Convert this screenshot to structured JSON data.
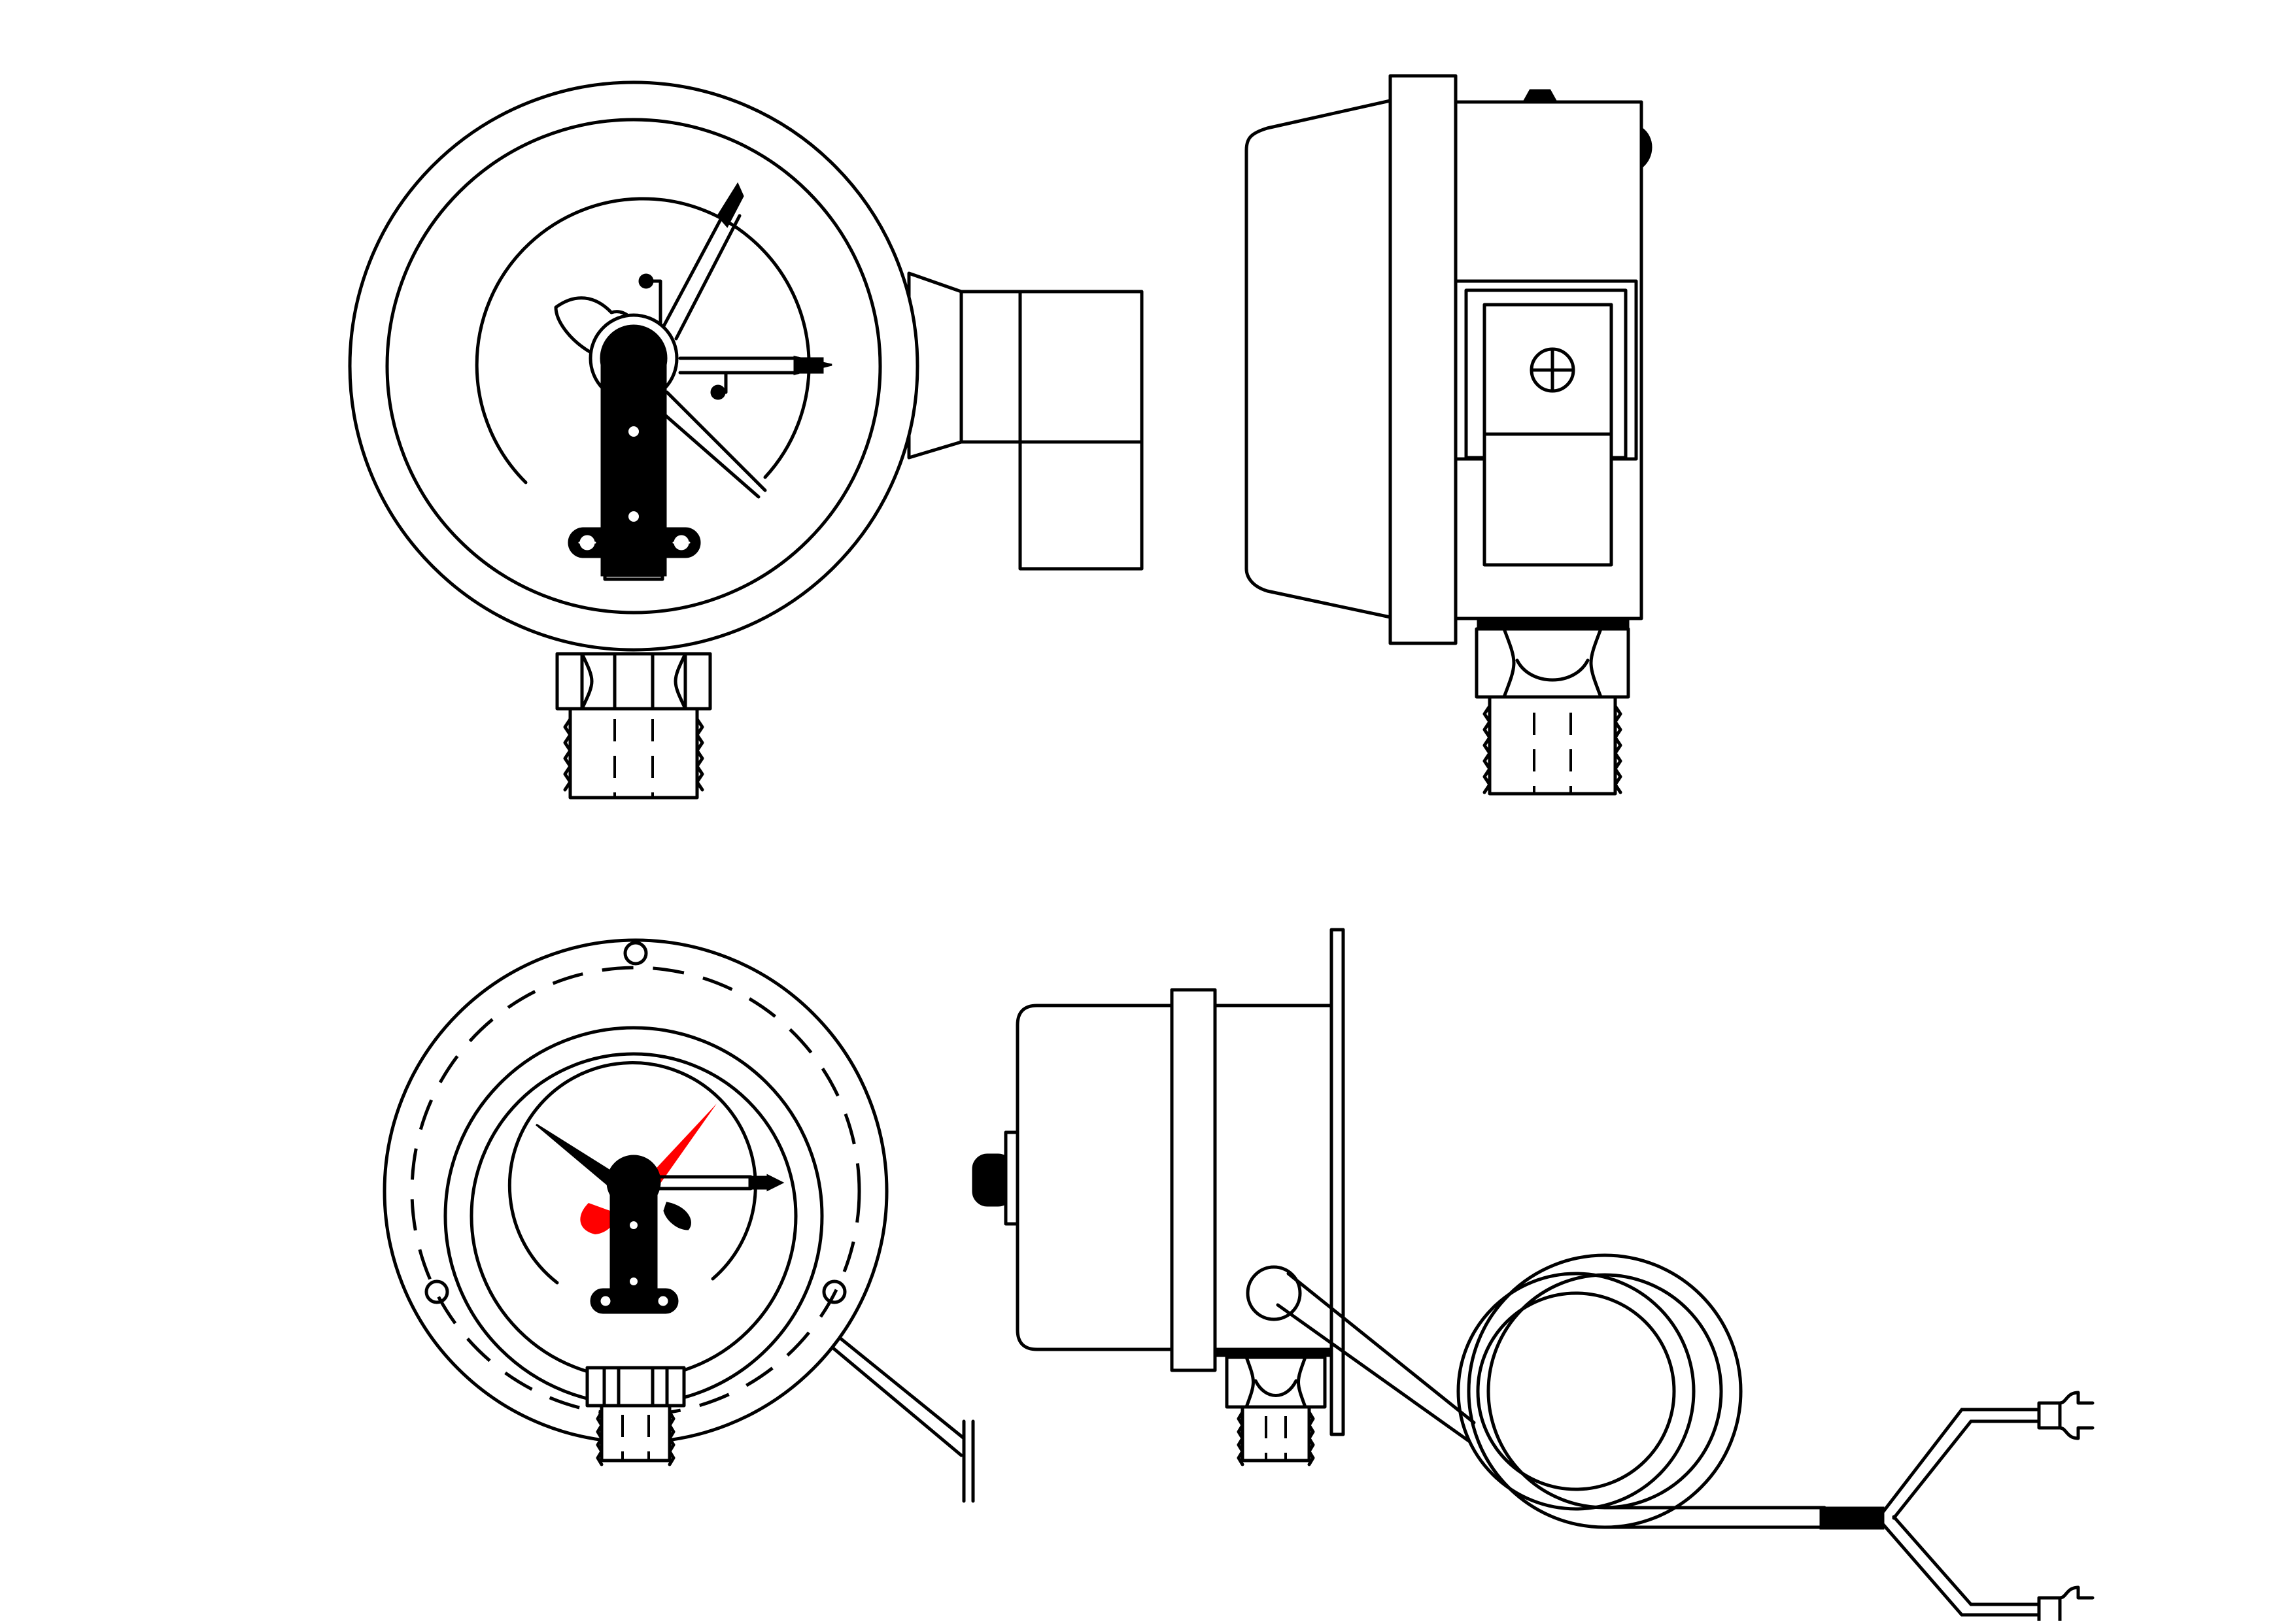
{
  "drawing": {
    "colors": {
      "line": "#000000",
      "background": "#ffffff",
      "accent": "#ff0000"
    },
    "views": [
      {
        "id": "front-view-radial-mount"
      },
      {
        "id": "side-view-radial-mount"
      },
      {
        "id": "front-view-flange-mount"
      },
      {
        "id": "side-view-flange-mount-with-capillary"
      }
    ]
  }
}
